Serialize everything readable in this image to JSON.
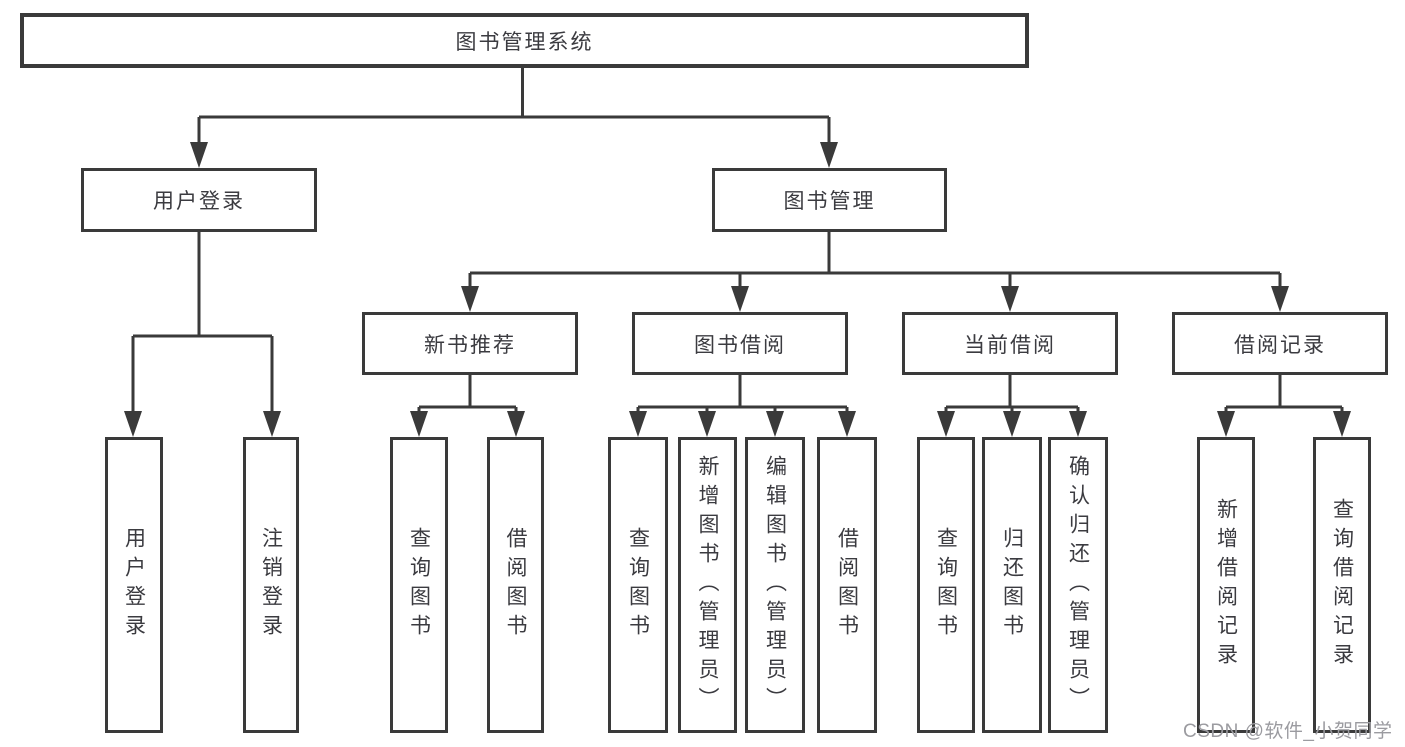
{
  "diagram": {
    "root": {
      "label": "图书管理系统"
    },
    "branches": [
      {
        "label": "用户登录",
        "children": [
          {
            "label": "用户登录"
          },
          {
            "label": "注销登录"
          }
        ]
      },
      {
        "label": "图书管理",
        "children": [
          {
            "label": "新书推荐",
            "children": [
              {
                "label": "查询图书"
              },
              {
                "label": "借阅图书"
              }
            ]
          },
          {
            "label": "图书借阅",
            "children": [
              {
                "label": "查询图书"
              },
              {
                "label": "新增图书（管理员）"
              },
              {
                "label": "编辑图书（管理员）"
              },
              {
                "label": "借阅图书"
              }
            ]
          },
          {
            "label": "当前借阅",
            "children": [
              {
                "label": "查询图书"
              },
              {
                "label": "归还图书"
              },
              {
                "label": "确认归还（管理员）"
              }
            ]
          },
          {
            "label": "借阅记录",
            "children": [
              {
                "label": "新增借阅记录"
              },
              {
                "label": "查询借阅记录"
              }
            ]
          }
        ]
      }
    ]
  },
  "watermark": {
    "text": "CSDN @软件_小贺同学"
  },
  "colors": {
    "line": "#3a3a3a",
    "text": "#3b3b40",
    "watermark": "#9b9ba0",
    "background": "#ffffff"
  }
}
